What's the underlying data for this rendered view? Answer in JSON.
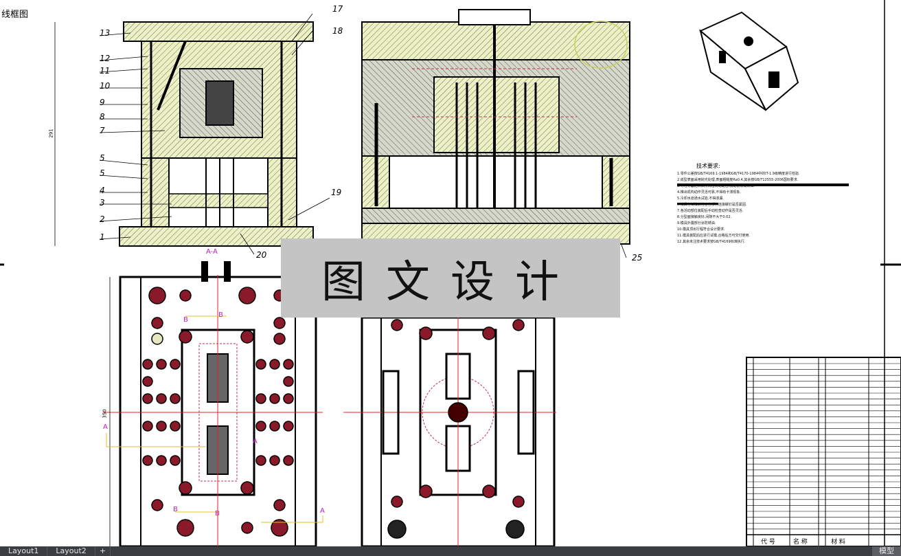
{
  "viewport": {
    "label": "线框图"
  },
  "watermark": {
    "text": "图文设计"
  },
  "callouts": {
    "left": [
      "13",
      "12",
      "11",
      "10",
      "9",
      "8",
      "7",
      "5",
      "5",
      "4",
      "3",
      "2",
      "1"
    ],
    "right": [
      "17",
      "18",
      "19"
    ],
    "bottom": [
      "20",
      "25"
    ]
  },
  "dimensions": {
    "height_main": "291",
    "height_lower": "350"
  },
  "section_marks": {
    "aa": "A-A",
    "a": "A",
    "b": "B"
  },
  "tech_requirements": {
    "title": "技术要求:",
    "lines": [
      "1.零件公差按GB/T4169.1-1984和GB/T4170-1984中的IT-1.9级精度进行检验.",
      "2.成型表面采用抛光处理,表面粗糙度Ra0.4,其余按GB/T12555-2006国标要求.",
      "3.导柱导套之间保持精密滑动配合,装配前涂润滑油.",
      "4.推出机构动作灵活可靠,不得有卡滞现象.",
      "5.冷却水道通水试验,不得渗漏.",
      "6.模具在试模前检查各部分连接螺钉是否紧固.",
      "7.各活动部位装配后手动检查动作是否灵活.",
      "8.分型面接触良好,间隙不大于0.02.",
      "9.模具外露部分涂防锈油.",
      "10.模具顶出行程符合设计要求.",
      "11.模具装配后应进行试模,合格后方可交付使用.",
      "12.其余未注技术要求按GB/T4169标准执行."
    ]
  },
  "bom_footer": {
    "code": "代 号",
    "name": "名 称",
    "material": "材 料"
  },
  "tabs": [
    "Layout1",
    "Layout2",
    "+"
  ],
  "status": "模型"
}
